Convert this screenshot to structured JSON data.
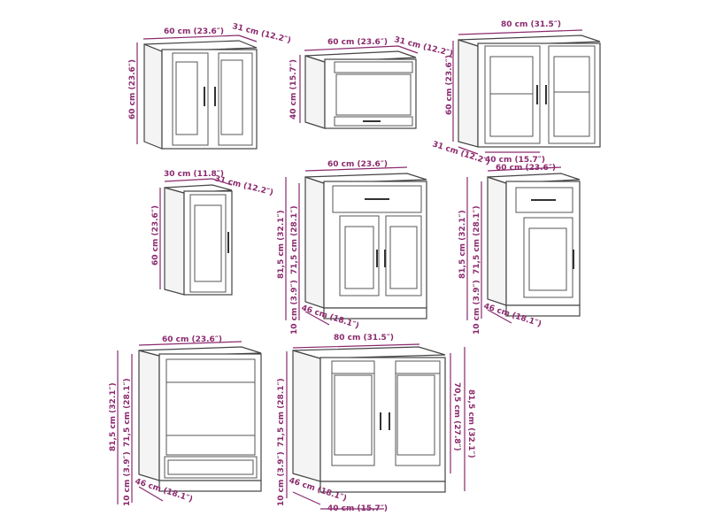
{
  "colors": {
    "dimension": "#8b2a6e",
    "outline": "#444444"
  },
  "cabinets": [
    {
      "name": "wall-cabinet-2-door",
      "width": "60 cm (23.6″)",
      "depth": "31 cm (12.2″)",
      "height": "60 cm (23.6″)"
    },
    {
      "name": "wall-cabinet-flap",
      "width": "60 cm (23.6″)",
      "depth": "31 cm (12.2″)",
      "height": "40 cm (15.7″)"
    },
    {
      "name": "wall-cabinet-glass",
      "width": "80 cm (31.5″)",
      "depth": "31 cm (12.2″)",
      "height": "60 cm (23.6″)",
      "door_width": "40 cm (15.7″)"
    },
    {
      "name": "wall-cabinet-narrow",
      "width": "30 cm (11.8″)",
      "depth": "31 cm (12.2″)",
      "height": "60 cm (23.6″)"
    },
    {
      "name": "base-cabinet-drawer-2-door",
      "width": "60 cm (23.6″)",
      "total_height": "81,5 cm (32.1″)",
      "body_height": "71,5 cm (28.1″)",
      "plinth": "10 cm (3.9″)",
      "depth": "46 cm (18.1″)"
    },
    {
      "name": "base-cabinet-drawer-1-door",
      "width": "60 cm (23.6″)",
      "total_height": "81,5 cm (32.1″)",
      "body_height": "71,5 cm (28.1″)",
      "plinth": "10 cm (3.9″)",
      "depth": "46 cm (18.1″)"
    },
    {
      "name": "oven-cabinet",
      "width": "60 cm (23.6″)",
      "total_height": "81,5 cm (32.1″)",
      "body_height": "71,5 cm (28.1″)",
      "plinth": "10 cm (3.9″)",
      "depth": "46 cm (18.1″)"
    },
    {
      "name": "sink-cabinet",
      "width": "80 cm (31.5″)",
      "body_height": "71,5 cm (28.1″)",
      "plinth": "10 cm (3.9″)",
      "depth": "46 cm (18.1″)",
      "door_width": "40 cm (15.7″)",
      "inner_height": "70,5 cm (27.8″)",
      "total_height": "81,5 cm (32.1″)"
    }
  ]
}
